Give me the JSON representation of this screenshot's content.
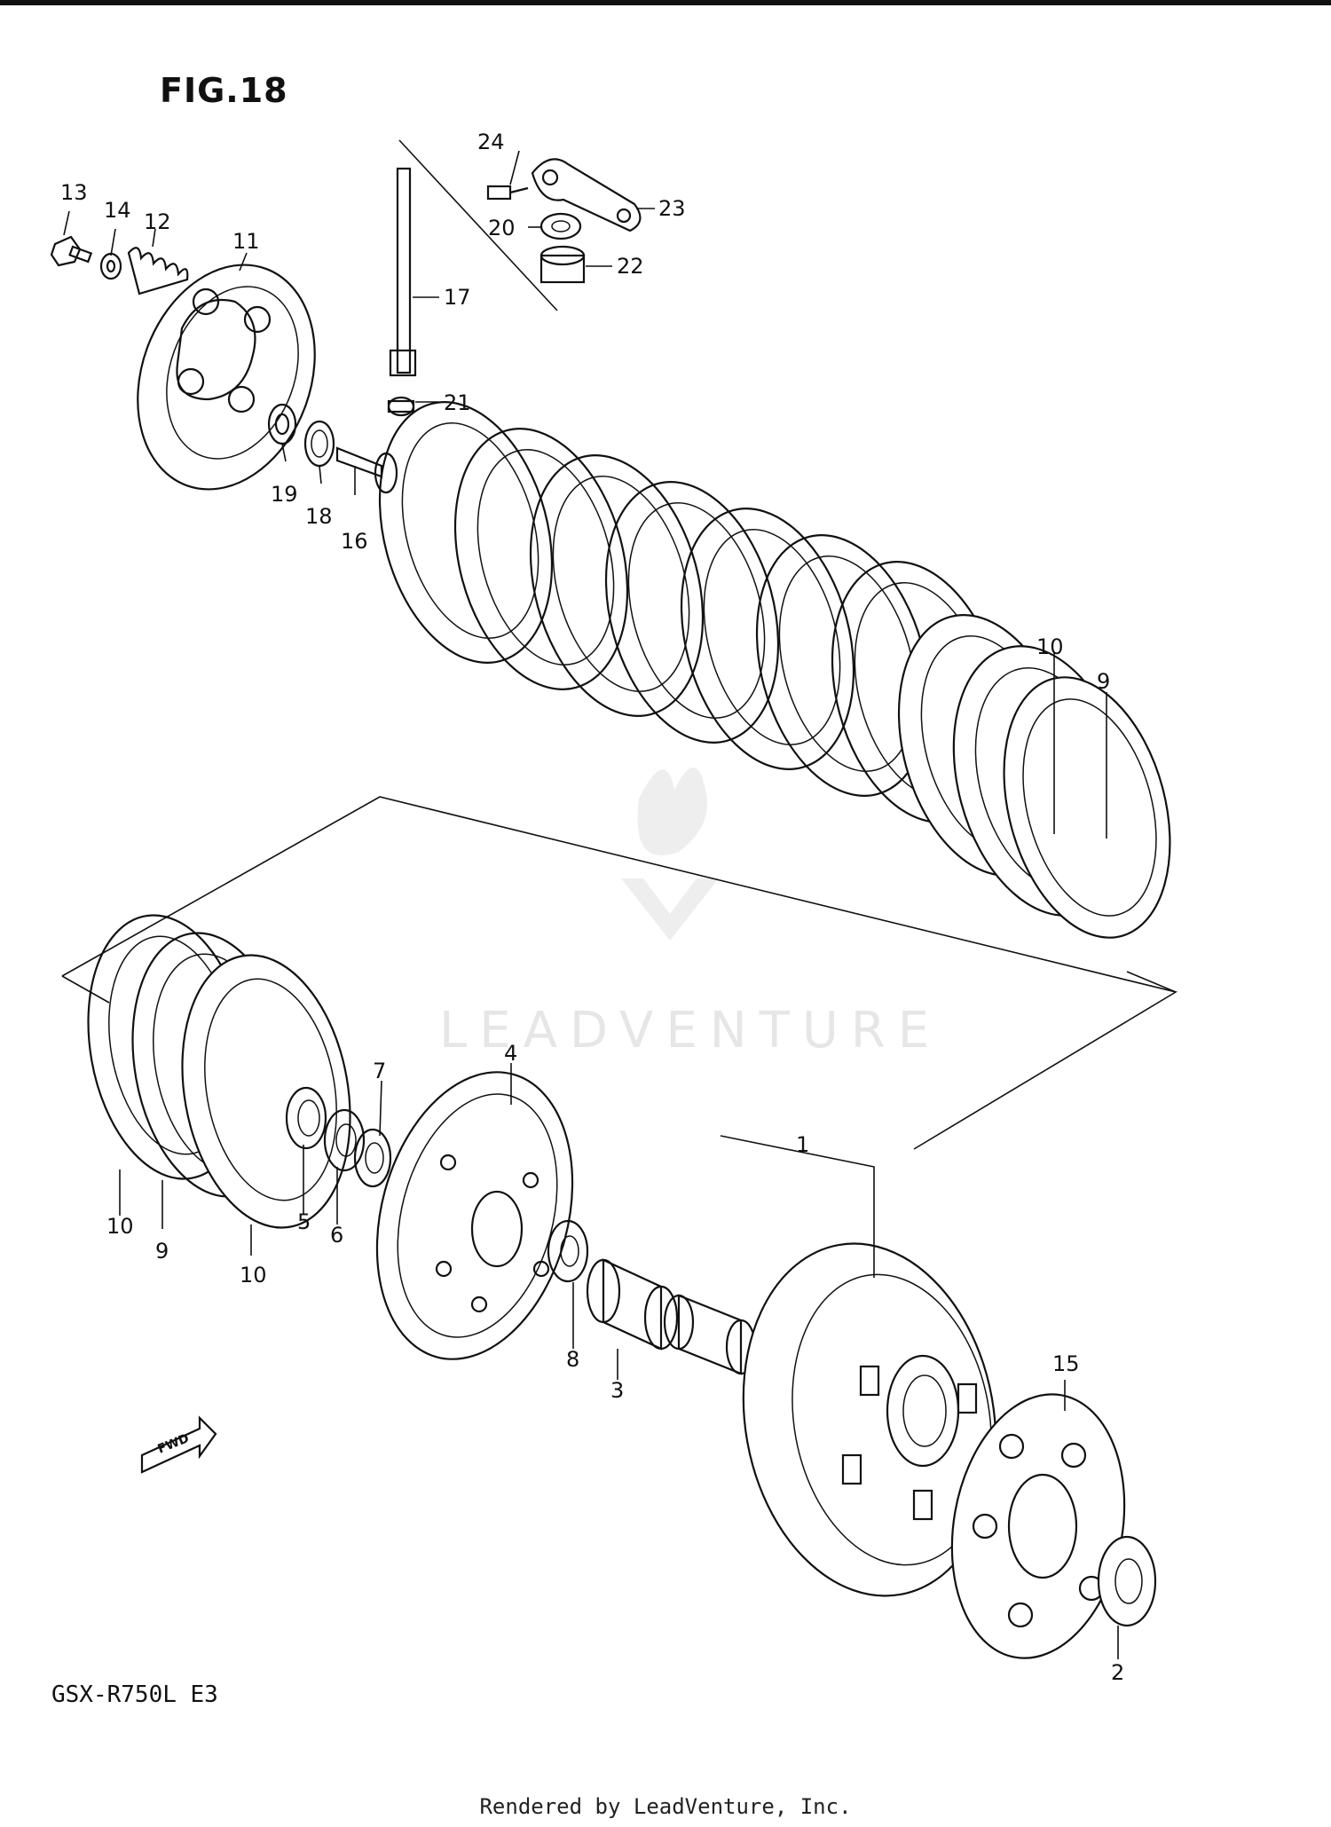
{
  "figure": {
    "title": "FIG.18",
    "model_code": "GSX-R750L  E3",
    "footer": "Rendered by LeadVenture, Inc.",
    "watermark_text": "LEADVENTURE",
    "fwd_label": "FWD"
  },
  "callouts": [
    "1",
    "2",
    "3",
    "4",
    "5",
    "6",
    "7",
    "8",
    "9",
    "10",
    "11",
    "12",
    "13",
    "14",
    "15",
    "16",
    "17",
    "18",
    "19",
    "20",
    "21",
    "22",
    "23",
    "24"
  ],
  "callout_labels": {
    "c1": "1",
    "c2": "2",
    "c3": "3",
    "c4": "4",
    "c5": "5",
    "c6": "6",
    "c7": "7",
    "c8": "8",
    "c9a": "9",
    "c9b": "9",
    "c10a": "10",
    "c10b": "10",
    "c10c": "10",
    "c11": "11",
    "c12": "12",
    "c13": "13",
    "c14": "14",
    "c15": "15",
    "c16": "16",
    "c17": "17",
    "c18": "18",
    "c19": "19",
    "c20": "20",
    "c21": "21",
    "c22": "22",
    "c23": "23",
    "c24": "24"
  },
  "colors": {
    "ink": "#111111",
    "paper": "#ffffff",
    "watermark": "#e6e6e6"
  }
}
